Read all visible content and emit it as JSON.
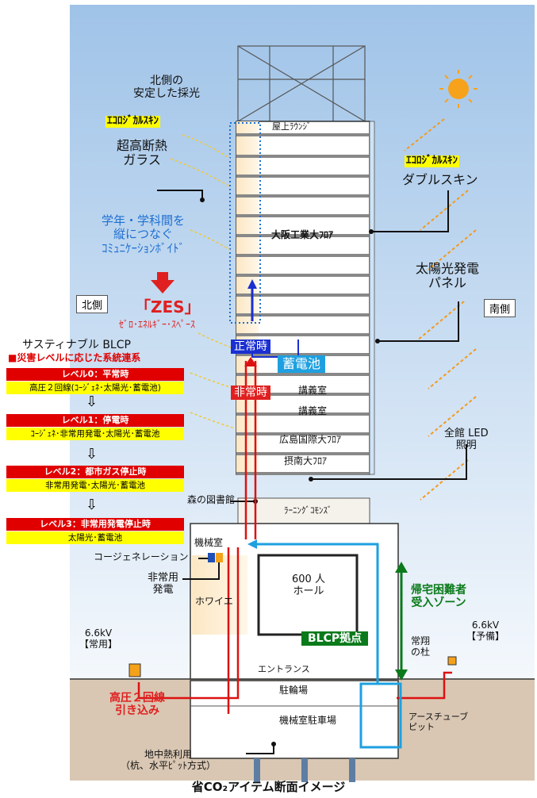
{
  "labels": {
    "north_light": "北側の\n安定した採光",
    "eco_skin_left": "ｴｺﾛｼﾞｶﾙｽｷﾝ",
    "super_glass": "超高断熱\nガラス",
    "void": "学年・学科間を\n縦につなぐ\nｺﾐｭﾆｹｰｼｮﾝﾎﾞｲﾄﾞ",
    "zes": "「ZES」",
    "zes_sub": "ｾﾞﾛ･ｴﾈﾙｷﾞｰ･ｽﾍﾟｰｽ",
    "north_side": "北側",
    "south_side": "南側",
    "eco_skin_right": "ｴｺﾛｼﾞｶﾙｽｷﾝ",
    "double_skin": "ダブルスキン",
    "solar_panel": "太陽光発電\nパネル",
    "led": "全館 LED\n照明",
    "normal": "正常時",
    "battery": "蓄電池",
    "emergency": "非常時",
    "blcp_title": "サスティナブル BLCP",
    "blcp_sub": "■災害レベルに応じた系統連系",
    "cogen": "コージェネレーション",
    "emergency_gen": "非常用\n発電",
    "kv_normal": "6.6kV\n【常用】",
    "kv_spare": "6.6kV\n【予備】",
    "hv_line": "高圧２回線\n引き込み",
    "geothermal": "地中熱利用\n（杭、水平ﾋﾟｯﾄ方式）",
    "evacuation": "帰宅困難者\n受入ゾーン",
    "blcp_base": "BLCP拠点",
    "forest": "常翔\nの杜",
    "earth_tube": "アースチューブ\nピット",
    "caption": "省CO₂アイテム断面イメージ"
  },
  "rooms": {
    "rooftop": "屋上ﾗｳﾝｼﾞ",
    "osaka": "大阪工業大ﾌﾛｱ",
    "lecture1": "講義室",
    "lecture2": "講義室",
    "hiroshima": "広島国際大ﾌﾛｱ",
    "setsunan": "摂南大ﾌﾛｱ",
    "library": "森の図書館",
    "learning": "ﾗｰﾆﾝｸﾞｺﾓﾝｽﾞ",
    "machine": "機械室",
    "hall": "600 人\nホール",
    "foyer": "ホワイエ",
    "entrance": "エントランス",
    "bicycle": "駐輪場",
    "parking": "機械室駐車場"
  },
  "levels": [
    {
      "head": "レベル0：平常時",
      "body": "高圧２回線(ｺｰｼﾞｪﾈ･太陽光･蓄電池)"
    },
    {
      "head": "レベル1：停電時",
      "body": "ｺｰｼﾞｪﾈ･非常用発電･太陽光･蓄電池"
    },
    {
      "head": "レベル2：都市ガス停止時",
      "body": "非常用発電･太陽光･蓄電池"
    },
    {
      "head": "レベル3：非常用発電停止時",
      "body": "太陽光･蓄電池"
    }
  ],
  "down_arrow": "⇩"
}
